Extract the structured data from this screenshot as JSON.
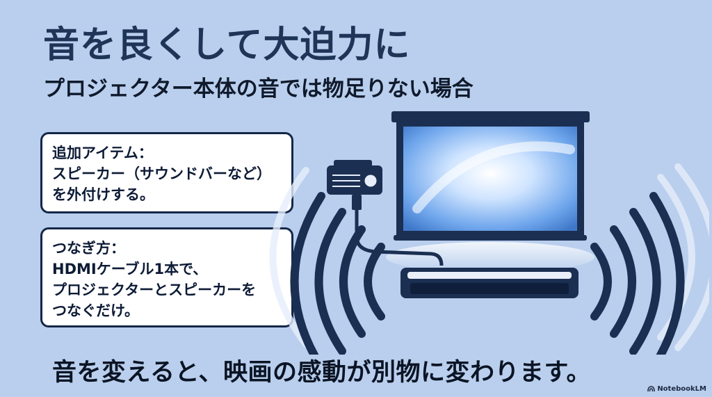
{
  "title": "音を良くして大迫力に",
  "subtitle": "プロジェクター本体の音では物足りない場合",
  "cards": {
    "items": {
      "heading": "追加アイテム：",
      "lines": [
        "スピーカー（サウンドバーなど）",
        "を外付けする。"
      ]
    },
    "connect": {
      "heading": "つなぎ方：",
      "lines": [
        "HDMIケーブル1本で、",
        "プロジェクターとスピーカーを",
        "つなぐだけ。"
      ]
    }
  },
  "footer": "音を変えると、映画の感動が別物に変わります。",
  "brand": "NotebookLM",
  "colors": {
    "background": "#b9cfed",
    "navy": "#142749",
    "screen_glow": "#7fb3f0",
    "sound_waves": "#1b2f52"
  },
  "icons": [
    "projector-icon",
    "projection-screen-icon",
    "soundbar-icon",
    "sound-wave-icon",
    "hdmi-cable-icon",
    "notebooklm-logo-icon"
  ]
}
